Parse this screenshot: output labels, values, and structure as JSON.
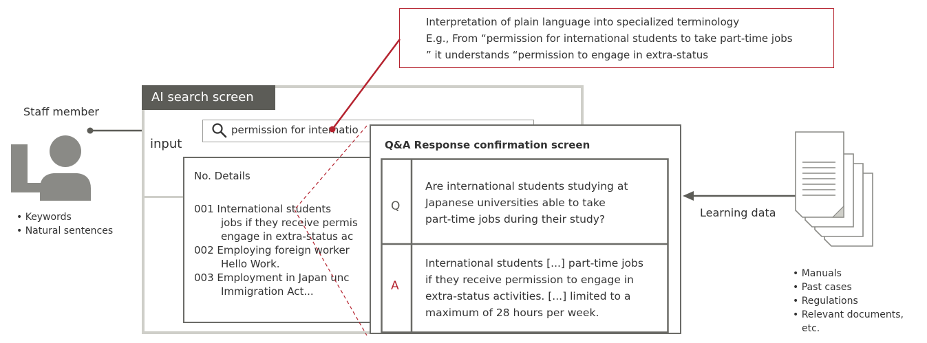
{
  "callout": {
    "line1": "Interpretation of plain language into specialized terminology",
    "line2": "E.g., From “permission for international students to take part-time jobs",
    "line3": "” it understands “permission to engage in extra-status"
  },
  "staff": {
    "label": "Staff member",
    "input_label": "input",
    "bullets": [
      "• Keywords",
      "• Natural sentences"
    ]
  },
  "ai_search": {
    "title": "AI search screen",
    "query": "permission for internatio",
    "results_header": "No. Details",
    "results": [
      {
        "lines": [
          "001  International students",
          "jobs if they receive permis",
          "engage in extra-status ac"
        ]
      },
      {
        "lines": [
          "002  Employing foreign worker",
          "Hello Work."
        ]
      },
      {
        "lines": [
          "003  Employment in Japan unc",
          "Immigration Act..."
        ]
      }
    ]
  },
  "qa": {
    "title": "Q&A Response confirmation screen",
    "q_label": "Q",
    "q_lines": [
      "Are international students studying at",
      "Japanese universities able to take",
      "part-time jobs during their study?"
    ],
    "a_label": "A",
    "a_lines": [
      "International students [...] part-time jobs",
      "if they receive permission to engage in",
      "extra-status activities. [...] limited to a",
      "maximum of 28 hours per week."
    ]
  },
  "learning": {
    "label": "Learning data",
    "bullets": [
      "• Manuals",
      "• Past cases",
      "• Regulations",
      "• Relevant documents,",
      "etc."
    ]
  },
  "colors": {
    "accent_red": "#b5232f",
    "dark_gray": "#5c5c57",
    "mid_gray": "#6b6b67",
    "light_gray": "#cfcfc9",
    "person_gray": "#8a8a86"
  }
}
